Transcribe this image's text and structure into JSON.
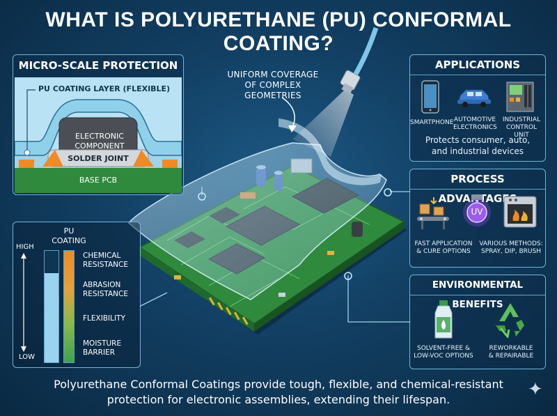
{
  "title": "WHAT IS POLYURETHANE (PU) CONFORMAL COATING?",
  "micro": {
    "heading": "MICRO-SCALE PROTECTION",
    "coating_label": "PU COATING LAYER (FLEXIBLE)",
    "component_line1": "ELECTRONIC",
    "component_line2": "COMPONENT",
    "solder": "SOLDER JOINT",
    "pcb": "BASE PCB"
  },
  "callout": {
    "line1": "UNIFORM COVERAGE",
    "line2": "OF COMPLEX GEOMETRIES"
  },
  "properties": {
    "coating_line1": "PU",
    "coating_line2": "COATING",
    "high": "HIGH",
    "low": "LOW",
    "items": [
      {
        "line1": "CHEMICAL",
        "line2": "RESISTANCE"
      },
      {
        "line1": "ABRASION",
        "line2": "RESISTANCE"
      },
      {
        "line1": "FLEXIBILITY",
        "line2": ""
      },
      {
        "line1": "MOISTURE",
        "line2": "BARRIER"
      }
    ]
  },
  "applications": {
    "heading": "APPLICATIONS",
    "items": [
      {
        "icon": "smartphone-icon",
        "line1": "SMARTPHONE",
        "line2": ""
      },
      {
        "icon": "car-icon",
        "line1": "AUTOMOTIVE",
        "line2": "ELECTRONICS"
      },
      {
        "icon": "control-unit-icon",
        "line1": "INDUSTRIAL",
        "line2": "CONTROL UNIT"
      }
    ],
    "note_line1": "Protects consumer, auto,",
    "note_line2": "and industrial devices"
  },
  "process": {
    "heading": "PROCESS ADVANTAGES",
    "uv_text": "UV",
    "items": [
      {
        "line1": "FAST APPLICATION",
        "line2": "& CURE OPTIONS"
      },
      {
        "line1": "VARIOUS METHODS:",
        "line2": "SPRAY, DIP, BRUSH"
      }
    ]
  },
  "environment": {
    "heading": "ENVIRONMENTAL BENEFITS",
    "items": [
      {
        "icon": "bottle-icon",
        "line1": "SOLVENT-FREE &",
        "line2": "LOW-VOC OPTIONS"
      },
      {
        "icon": "recycle-icon",
        "line1": "REWORKABLE",
        "line2": "& REPAIRABLE"
      }
    ]
  },
  "footer": {
    "line1": "Polyurethane Conformal Coatings provide tough, flexible, and chemical-resistant",
    "line2": "protection for electronic assemblies, extending their lifespan."
  },
  "colors": {
    "background": "#123f63",
    "accent": "#6fb7d8",
    "pcb": "#2f8a3e",
    "orange": "#f08a24"
  }
}
